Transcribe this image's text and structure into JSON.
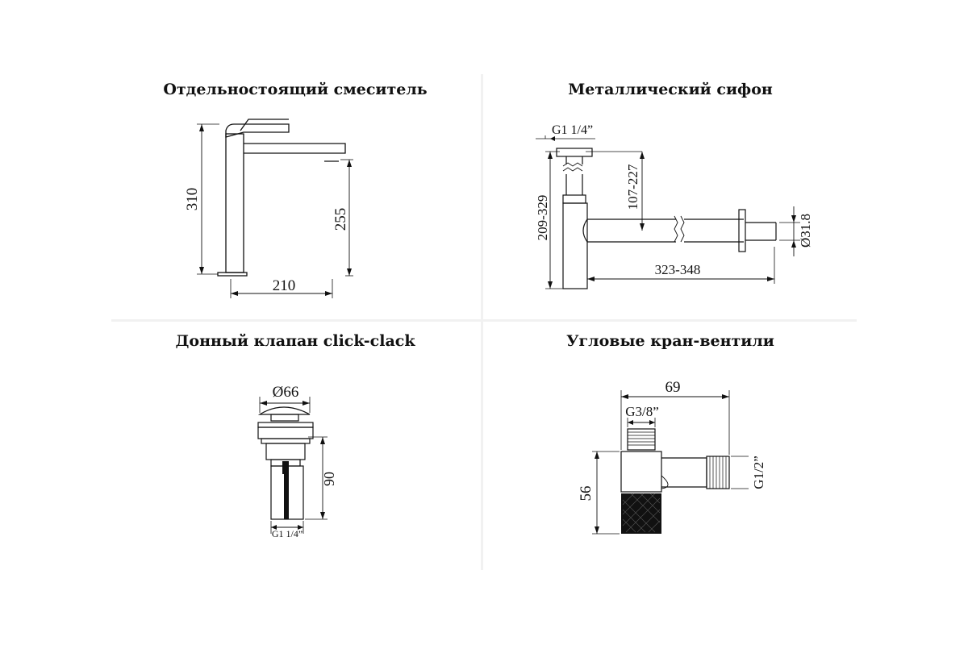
{
  "panels": [
    {
      "title": "Отдельностоящий смеситель",
      "dims": {
        "height_total": "310",
        "height_spout": "255",
        "reach": "210"
      }
    },
    {
      "title": "Металлический сифон",
      "dims": {
        "thread": "G1 1/4”",
        "height_range": "209-329",
        "inner_height": "107-227",
        "length_range": "323-348",
        "diameter": "Ø31.8"
      }
    },
    {
      "title": "Донный клапан click-clack",
      "dims": {
        "diameter": "Ø66",
        "height": "90",
        "thread": "G1 1/4”"
      }
    },
    {
      "title": "Угловые кран-вентили",
      "dims": {
        "width": "69",
        "thread_top": "G3/8”",
        "height": "56",
        "thread_side": "G1/2”"
      }
    }
  ],
  "colors": {
    "line": "#111111",
    "divider": "#f1f1f1",
    "background": "#ffffff"
  }
}
